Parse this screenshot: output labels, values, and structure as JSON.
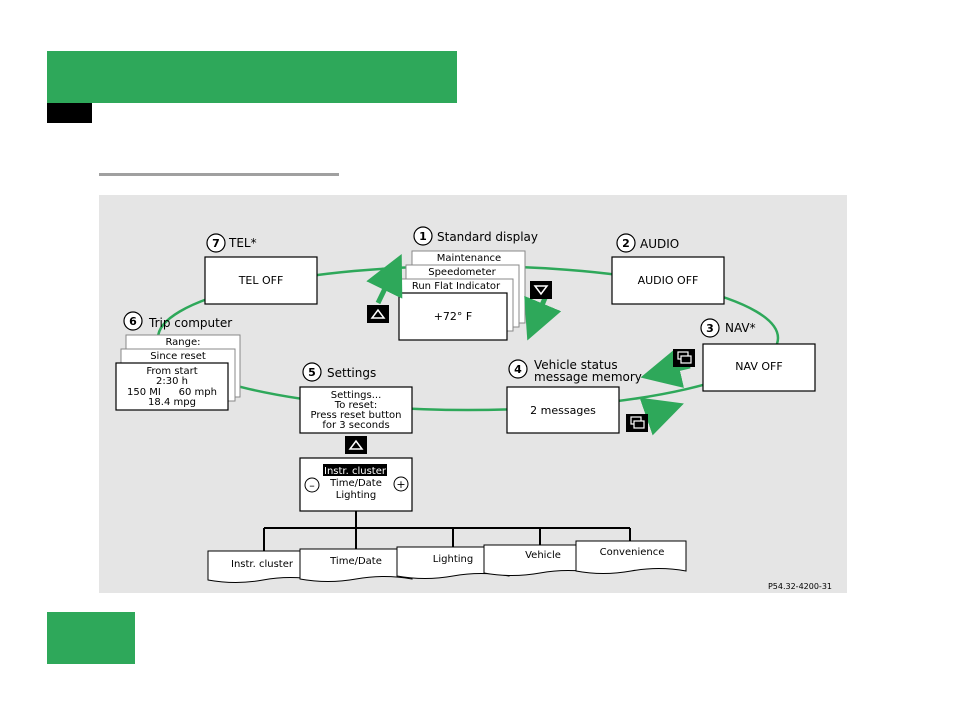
{
  "header": {
    "bar_color": "#2ea85a"
  },
  "diagram": {
    "standard": {
      "number": "1",
      "label": "Standard display",
      "pages": [
        "Maintenance",
        "Speedometer",
        "Run Flat Indicator"
      ],
      "main": "+72° F"
    },
    "audio": {
      "number": "2",
      "label": "AUDIO",
      "screen": "AUDIO OFF"
    },
    "nav": {
      "number": "3",
      "label": "NAV*",
      "screen": "NAV OFF"
    },
    "vehicle": {
      "number": "4",
      "label_line1": "Vehicle status",
      "label_line2": "message memory",
      "screen": "2 messages"
    },
    "settings": {
      "number": "5",
      "label": "Settings",
      "screen": [
        "Settings...",
        "To reset:",
        "Press reset button",
        "for 3 seconds"
      ]
    },
    "trip": {
      "number": "6",
      "label": "Trip computer",
      "pages": [
        "Range:",
        "Since reset"
      ],
      "main": [
        "From start",
        "2:30 h",
        "150 MI",
        "60 mph",
        "18.4 mpg"
      ]
    },
    "tel": {
      "number": "7",
      "label": "TEL*",
      "screen": "TEL OFF"
    },
    "submenu": {
      "items": [
        "Instr. cluster",
        "Time/Date",
        "Lighting"
      ],
      "minus": "–",
      "plus": "+"
    },
    "tabs": [
      "Instr. cluster",
      "Time/Date",
      "Lighting",
      "Vehicle",
      "Convenience"
    ],
    "figure_id": "P54.32-4200-31",
    "colors": {
      "arrow": "#2ea85a",
      "panel": "#e5e5e5"
    }
  }
}
